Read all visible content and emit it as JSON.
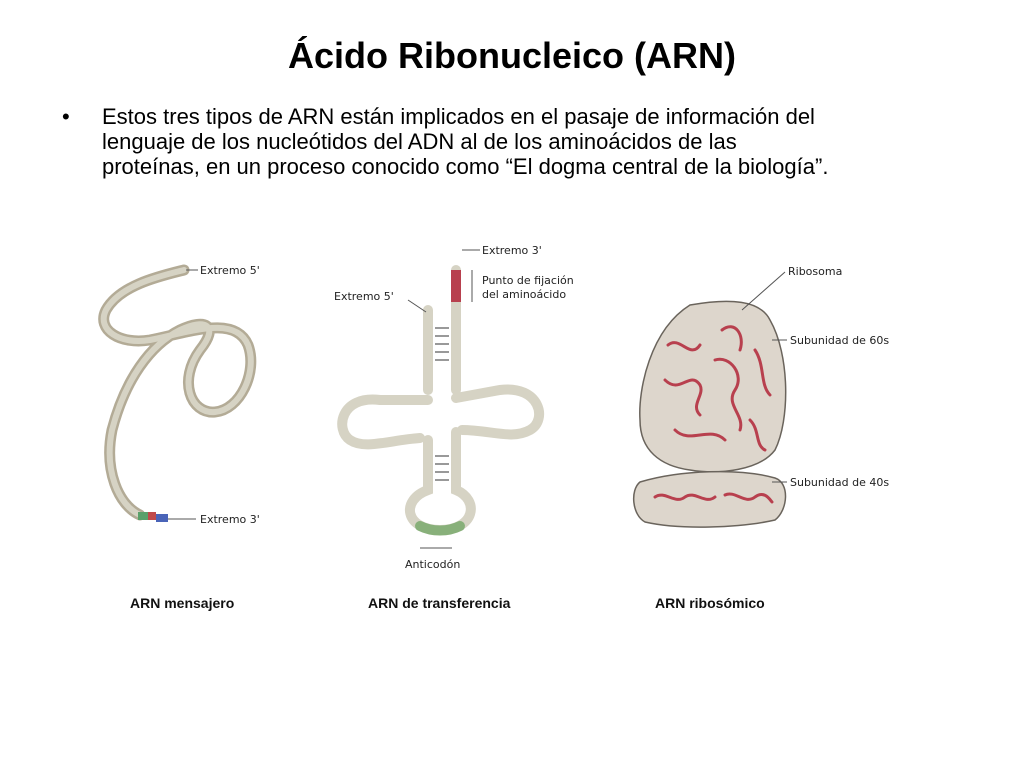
{
  "slide": {
    "title": "Ácido Ribonucleico (ARN)",
    "bullet_marker": "•",
    "bullet_lines": [
      "Estos tres tipos de ARN están implicados en el pasaje de información del",
      "lenguaje de los nucleótidos del ADN al de los aminoácidos de las",
      "proteínas, en un proceso conocido como “El dogma central de la biología”."
    ]
  },
  "figure": {
    "mrna": {
      "label_5": "Extremo 5'",
      "label_3": "Extremo 3'",
      "caption": "ARN mensajero"
    },
    "trna": {
      "label_3": "Extremo 3'",
      "label_5": "Extremo 5'",
      "binding_site_line1": "Punto de fijación",
      "binding_site_line2": "del aminoácido",
      "anticodon": "Anticodón",
      "caption": "ARN de transferencia"
    },
    "rrna": {
      "ribosome": "Ribosoma",
      "subunit_large": "Subunidad de 60s",
      "subunit_small": "Subunidad de 40s",
      "caption": "ARN ribosómico"
    },
    "colors": {
      "strand": "#d6d3c4",
      "strand_dark": "#b3ab96",
      "ribosome_fill": "#ddd6cc",
      "ribosome_stroke": "#6a645c",
      "rna_red": "#b8404e",
      "anticodon_green": "#88b07a",
      "mrna_blue": "#4a64b8",
      "mrna_red": "#c04a4a",
      "mrna_green": "#5aa06a"
    }
  }
}
